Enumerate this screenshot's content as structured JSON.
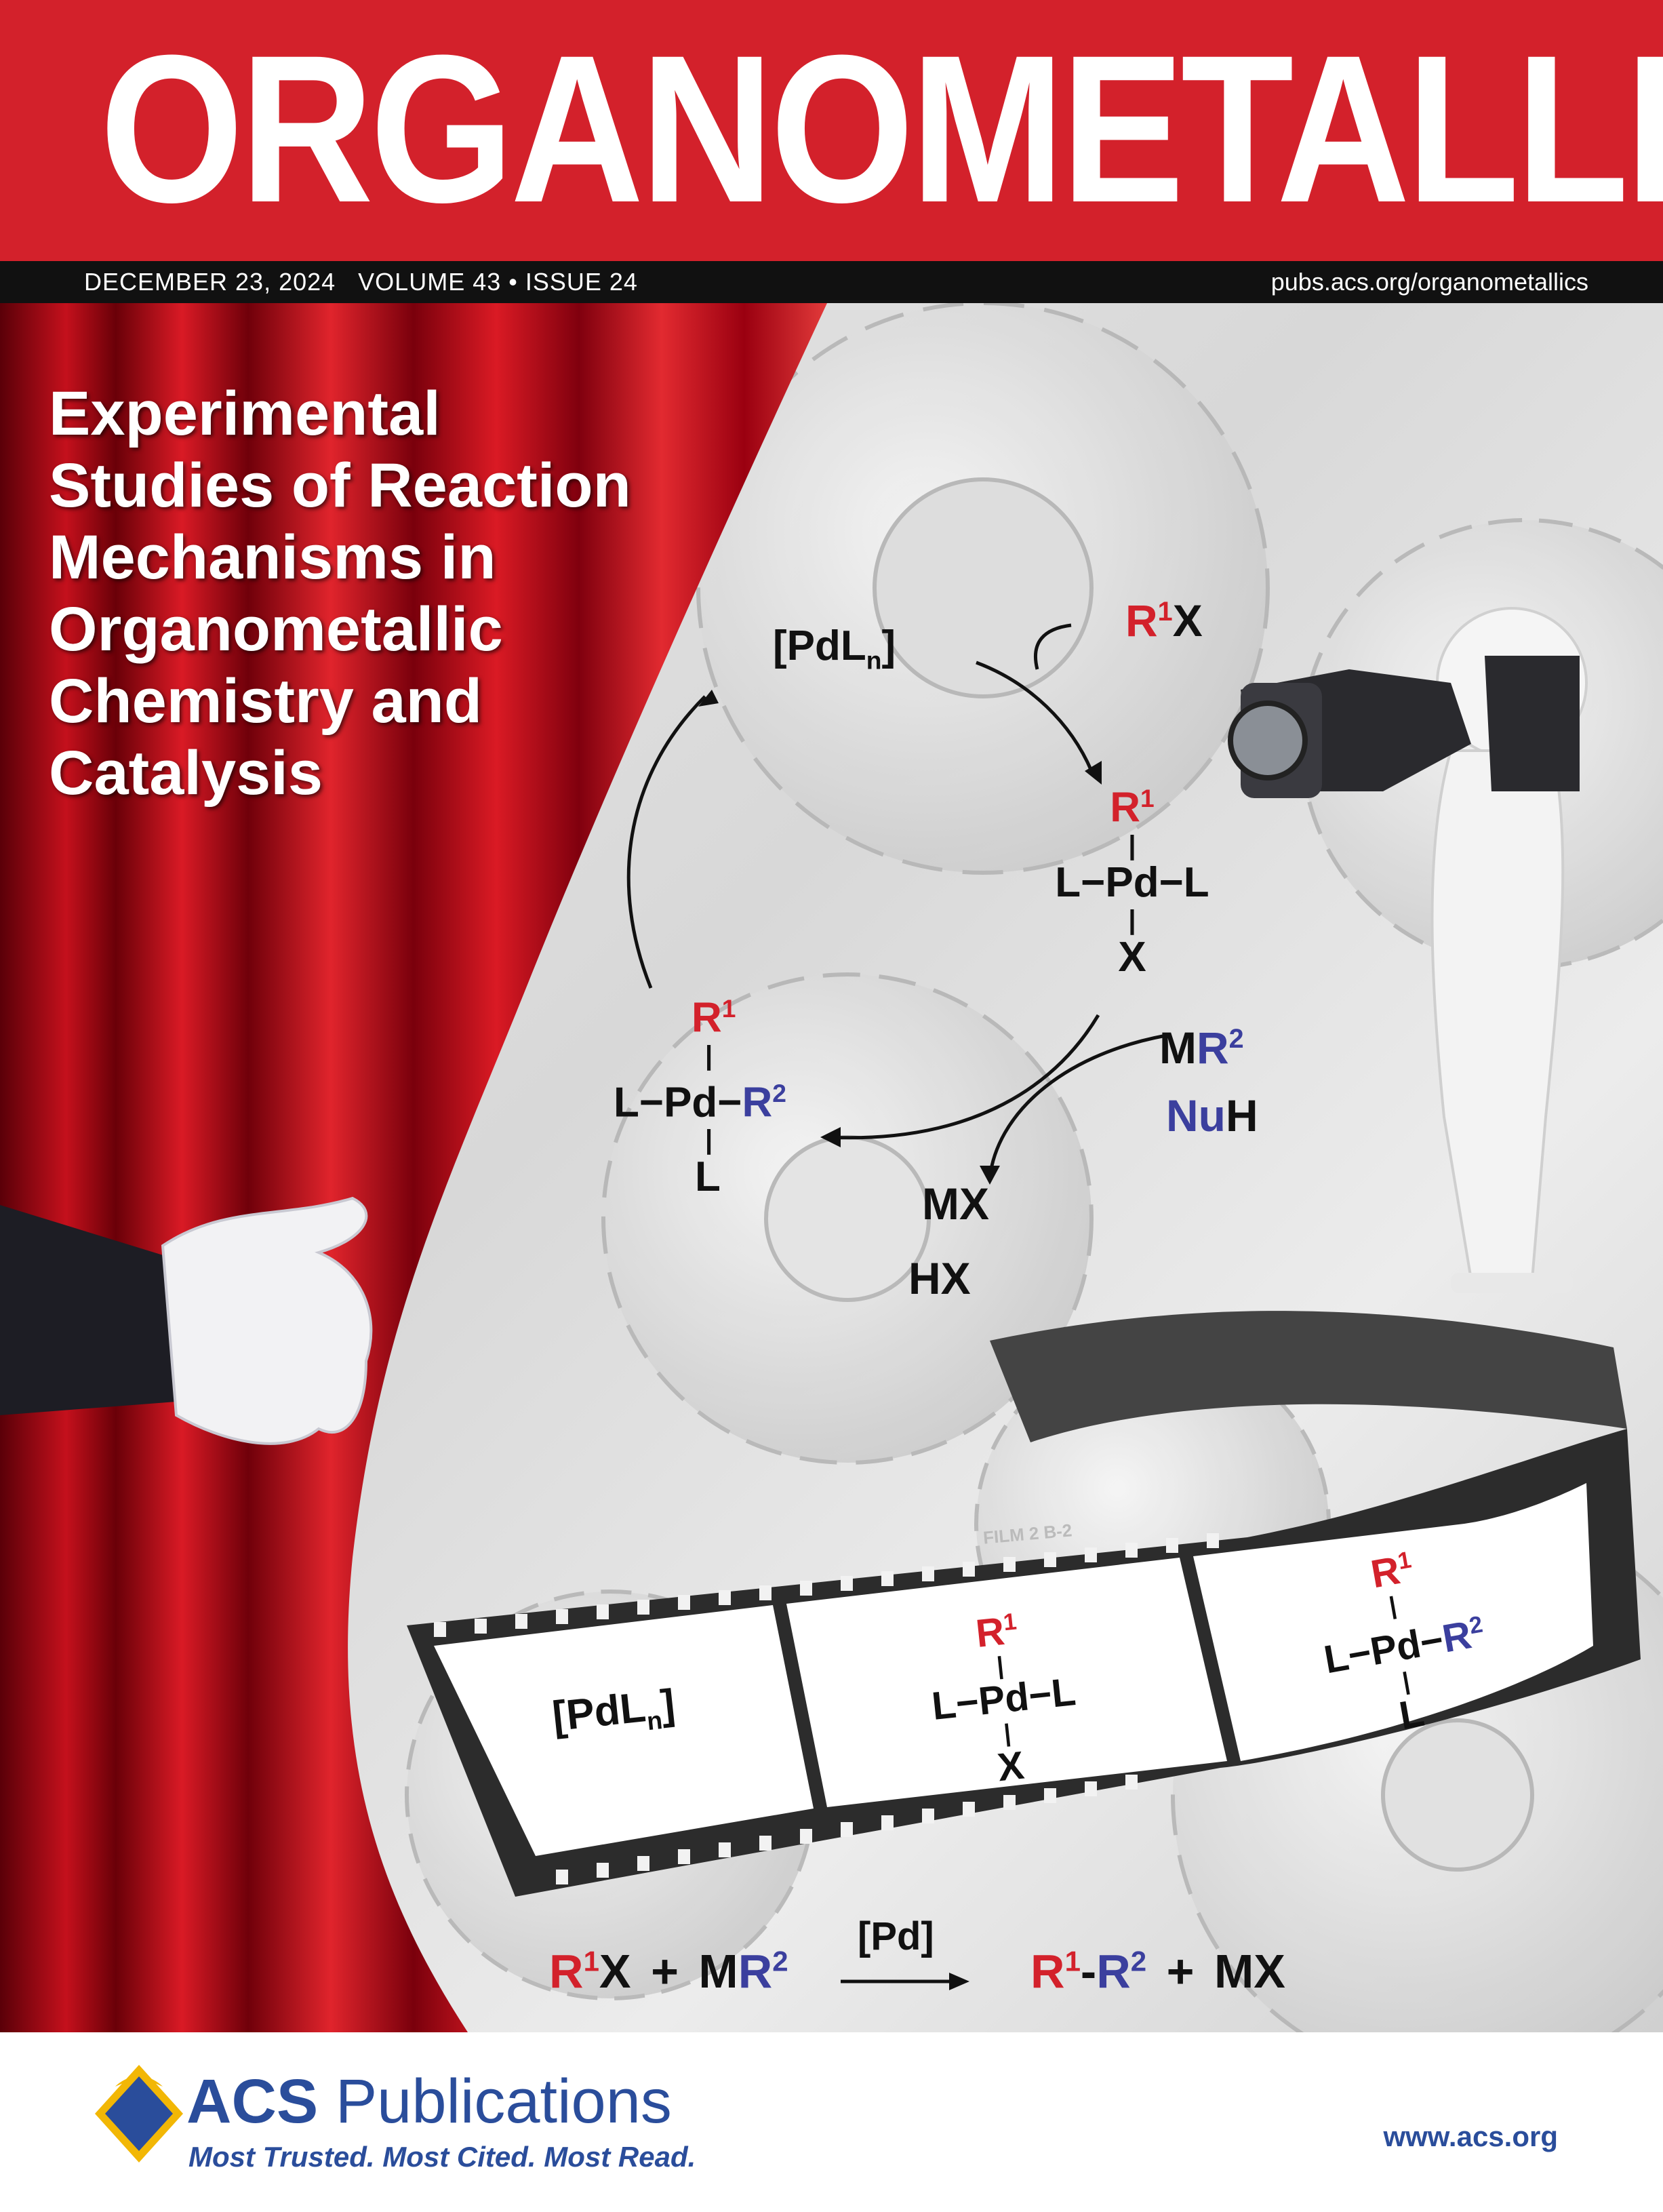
{
  "journal": {
    "title": "ORGANOMETALLICS",
    "issue_line": "DECEMBER 23, 2024   VOLUME 43 • ISSUE 24",
    "url": "pubs.acs.org/organometallics"
  },
  "cover": {
    "headline": [
      "Experimental",
      "Studies of Reaction",
      "Mechanisms in",
      "Organometallic",
      "Chemistry and",
      "Catalysis"
    ]
  },
  "cycle": {
    "catalyst": "[PdL",
    "catalyst_sub": "n",
    "catalyst_close": "]",
    "substrate_r": "R",
    "substrate_sup": "1",
    "substrate_x": "X",
    "oa_top_r": "R",
    "oa_top_sup": "1",
    "oa_middle": "L−Pd−L",
    "oa_bottom": "X",
    "reagent1_m": "M",
    "reagent1_r": "R",
    "reagent1_sup": "2",
    "reagent2_nu": "Nu",
    "reagent2_h": "H",
    "byproduct1": "MX",
    "byproduct2": "HX",
    "tm_top_r": "R",
    "tm_top_sup": "1",
    "tm_left": "L−Pd−",
    "tm_r": "R",
    "tm_sup": "2",
    "tm_bottom": "L"
  },
  "film": {
    "frame1": "[PdL",
    "frame1_sub": "n",
    "frame1_close": "]",
    "frame2_top": "R",
    "frame2_sup": "1",
    "frame2_mid": "L−Pd−L",
    "frame2_bottom": "X",
    "frame3_top": "R",
    "frame3_sup": "1",
    "frame3_mid": "L−Pd−",
    "frame3_r": "R",
    "frame3_rsup": "2",
    "frame3_bottom": "L",
    "edge_text": "FILM 2 B-2"
  },
  "equation": {
    "r1": "R",
    "r1_sup": "1",
    "x": "X",
    "plus1": "+",
    "m": "M",
    "r2": "R",
    "r2_sup": "2",
    "catalyst": "[Pd]",
    "p_r1": "R",
    "p_r1_sup": "1",
    "dash": "-",
    "p_r2": "R",
    "p_r2_sup": "2",
    "plus2": "+",
    "mx": "MX"
  },
  "footer": {
    "acs_bold": "ACS",
    "acs_rest": "Publications",
    "tagline": "Most Trusted. Most Cited. Most Read.",
    "website": "www.acs.org"
  },
  "colors": {
    "brand_red": "#d3212b",
    "acs_blue": "#2a4d9b",
    "chem_blue": "#3b3f9e"
  }
}
